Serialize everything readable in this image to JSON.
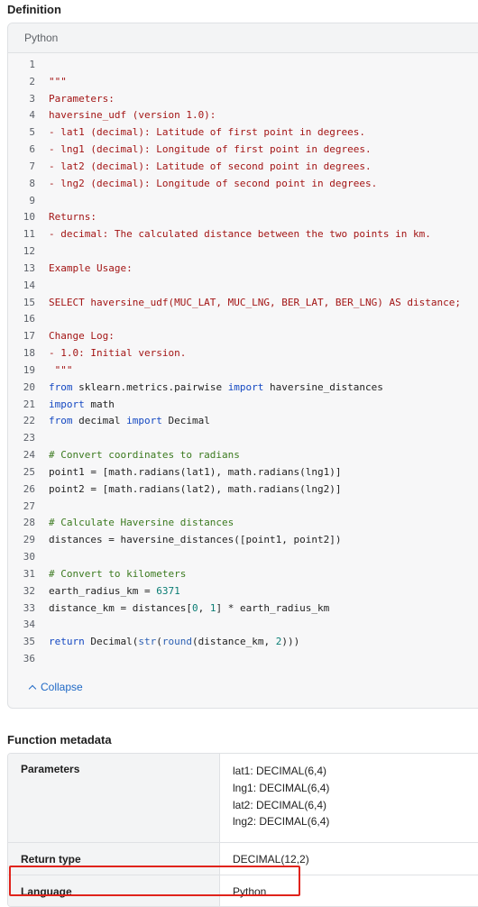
{
  "definition": {
    "title": "Definition",
    "language_label": "Python",
    "collapse_label": "Collapse",
    "lines": [
      {
        "n": "1",
        "tokens": []
      },
      {
        "n": "2",
        "tokens": [
          {
            "t": "\"\"\"",
            "c": "str"
          }
        ]
      },
      {
        "n": "3",
        "tokens": [
          {
            "t": "Parameters:",
            "c": "str"
          }
        ]
      },
      {
        "n": "4",
        "tokens": [
          {
            "t": "haversine_udf (version 1.0):",
            "c": "str"
          }
        ]
      },
      {
        "n": "5",
        "tokens": [
          {
            "t": "- lat1 (decimal): Latitude of first point in degrees.",
            "c": "str"
          }
        ]
      },
      {
        "n": "6",
        "tokens": [
          {
            "t": "- lng1 (decimal): Longitude of first point in degrees.",
            "c": "str"
          }
        ]
      },
      {
        "n": "7",
        "tokens": [
          {
            "t": "- lat2 (decimal): Latitude of second point in degrees.",
            "c": "str"
          }
        ]
      },
      {
        "n": "8",
        "tokens": [
          {
            "t": "- lng2 (decimal): Longitude of second point in degrees.",
            "c": "str"
          }
        ]
      },
      {
        "n": "9",
        "tokens": []
      },
      {
        "n": "10",
        "tokens": [
          {
            "t": "Returns:",
            "c": "str"
          }
        ]
      },
      {
        "n": "11",
        "tokens": [
          {
            "t": "- decimal: The calculated distance between the two points in km.",
            "c": "str"
          }
        ]
      },
      {
        "n": "12",
        "tokens": []
      },
      {
        "n": "13",
        "tokens": [
          {
            "t": "Example Usage:",
            "c": "str"
          }
        ]
      },
      {
        "n": "14",
        "tokens": []
      },
      {
        "n": "15",
        "tokens": [
          {
            "t": "SELECT haversine_udf(MUC_LAT, MUC_LNG, BER_LAT, BER_LNG) AS distance;",
            "c": "str"
          }
        ]
      },
      {
        "n": "16",
        "tokens": []
      },
      {
        "n": "17",
        "tokens": [
          {
            "t": "Change Log:",
            "c": "str"
          }
        ]
      },
      {
        "n": "18",
        "tokens": [
          {
            "t": "- 1.0: Initial version.",
            "c": "str"
          }
        ]
      },
      {
        "n": "19",
        "tokens": [
          {
            "t": " \"\"\"",
            "c": "str"
          }
        ]
      },
      {
        "n": "20",
        "tokens": [
          {
            "t": "from",
            "c": "kw"
          },
          {
            "t": " sklearn.metrics.pairwise ",
            "c": "plain"
          },
          {
            "t": "import",
            "c": "kw"
          },
          {
            "t": " haversine_distances",
            "c": "plain"
          }
        ]
      },
      {
        "n": "21",
        "tokens": [
          {
            "t": "import",
            "c": "kw"
          },
          {
            "t": " math",
            "c": "plain"
          }
        ]
      },
      {
        "n": "22",
        "tokens": [
          {
            "t": "from",
            "c": "kw"
          },
          {
            "t": " decimal ",
            "c": "plain"
          },
          {
            "t": "import",
            "c": "kw"
          },
          {
            "t": " Decimal",
            "c": "plain"
          }
        ]
      },
      {
        "n": "23",
        "tokens": []
      },
      {
        "n": "24",
        "tokens": [
          {
            "t": "# Convert coordinates to radians",
            "c": "com"
          }
        ]
      },
      {
        "n": "25",
        "tokens": [
          {
            "t": "point1 = [math.radians(lat1), math.radians(lng1)]",
            "c": "plain"
          }
        ]
      },
      {
        "n": "26",
        "tokens": [
          {
            "t": "point2 = [math.radians(lat2), math.radians(lng2)]",
            "c": "plain"
          }
        ]
      },
      {
        "n": "27",
        "tokens": []
      },
      {
        "n": "28",
        "tokens": [
          {
            "t": "# Calculate Haversine distances",
            "c": "com"
          }
        ]
      },
      {
        "n": "29",
        "tokens": [
          {
            "t": "distances = haversine_distances([point1, point2])",
            "c": "plain"
          }
        ]
      },
      {
        "n": "30",
        "tokens": []
      },
      {
        "n": "31",
        "tokens": [
          {
            "t": "# Convert to kilometers",
            "c": "com"
          }
        ]
      },
      {
        "n": "32",
        "tokens": [
          {
            "t": "earth_radius_km = ",
            "c": "plain"
          },
          {
            "t": "6371",
            "c": "num"
          }
        ]
      },
      {
        "n": "33",
        "tokens": [
          {
            "t": "distance_km = distances[",
            "c": "plain"
          },
          {
            "t": "0",
            "c": "num"
          },
          {
            "t": ", ",
            "c": "plain"
          },
          {
            "t": "1",
            "c": "num"
          },
          {
            "t": "] * earth_radius_km",
            "c": "plain"
          }
        ]
      },
      {
        "n": "34",
        "tokens": []
      },
      {
        "n": "35",
        "tokens": [
          {
            "t": "return",
            "c": "kw"
          },
          {
            "t": " Decimal(",
            "c": "plain"
          },
          {
            "t": "str",
            "c": "fn"
          },
          {
            "t": "(",
            "c": "plain"
          },
          {
            "t": "round",
            "c": "fn"
          },
          {
            "t": "(distance_km, ",
            "c": "plain"
          },
          {
            "t": "2",
            "c": "num"
          },
          {
            "t": ")))",
            "c": "plain"
          }
        ]
      },
      {
        "n": "36",
        "tokens": []
      }
    ]
  },
  "metadata": {
    "title": "Function metadata",
    "rows": {
      "parameters": {
        "key": "Parameters",
        "values": [
          "lat1: DECIMAL(6,4)",
          "lng1: DECIMAL(6,4)",
          "lat2: DECIMAL(6,4)",
          "lng2: DECIMAL(6,4)"
        ]
      },
      "return_type": {
        "key": "Return type",
        "value": "DECIMAL(12,2)"
      },
      "language": {
        "key": "Language",
        "value": "Python"
      }
    }
  },
  "colors": {
    "highlight": "#e0231b",
    "string": "#a31515",
    "keyword": "#1448c2",
    "comment": "#3b7a1f",
    "number": "#0a7d74",
    "link": "#1f69c6"
  },
  "icons": {
    "collapse": "chevron-up-icon"
  }
}
